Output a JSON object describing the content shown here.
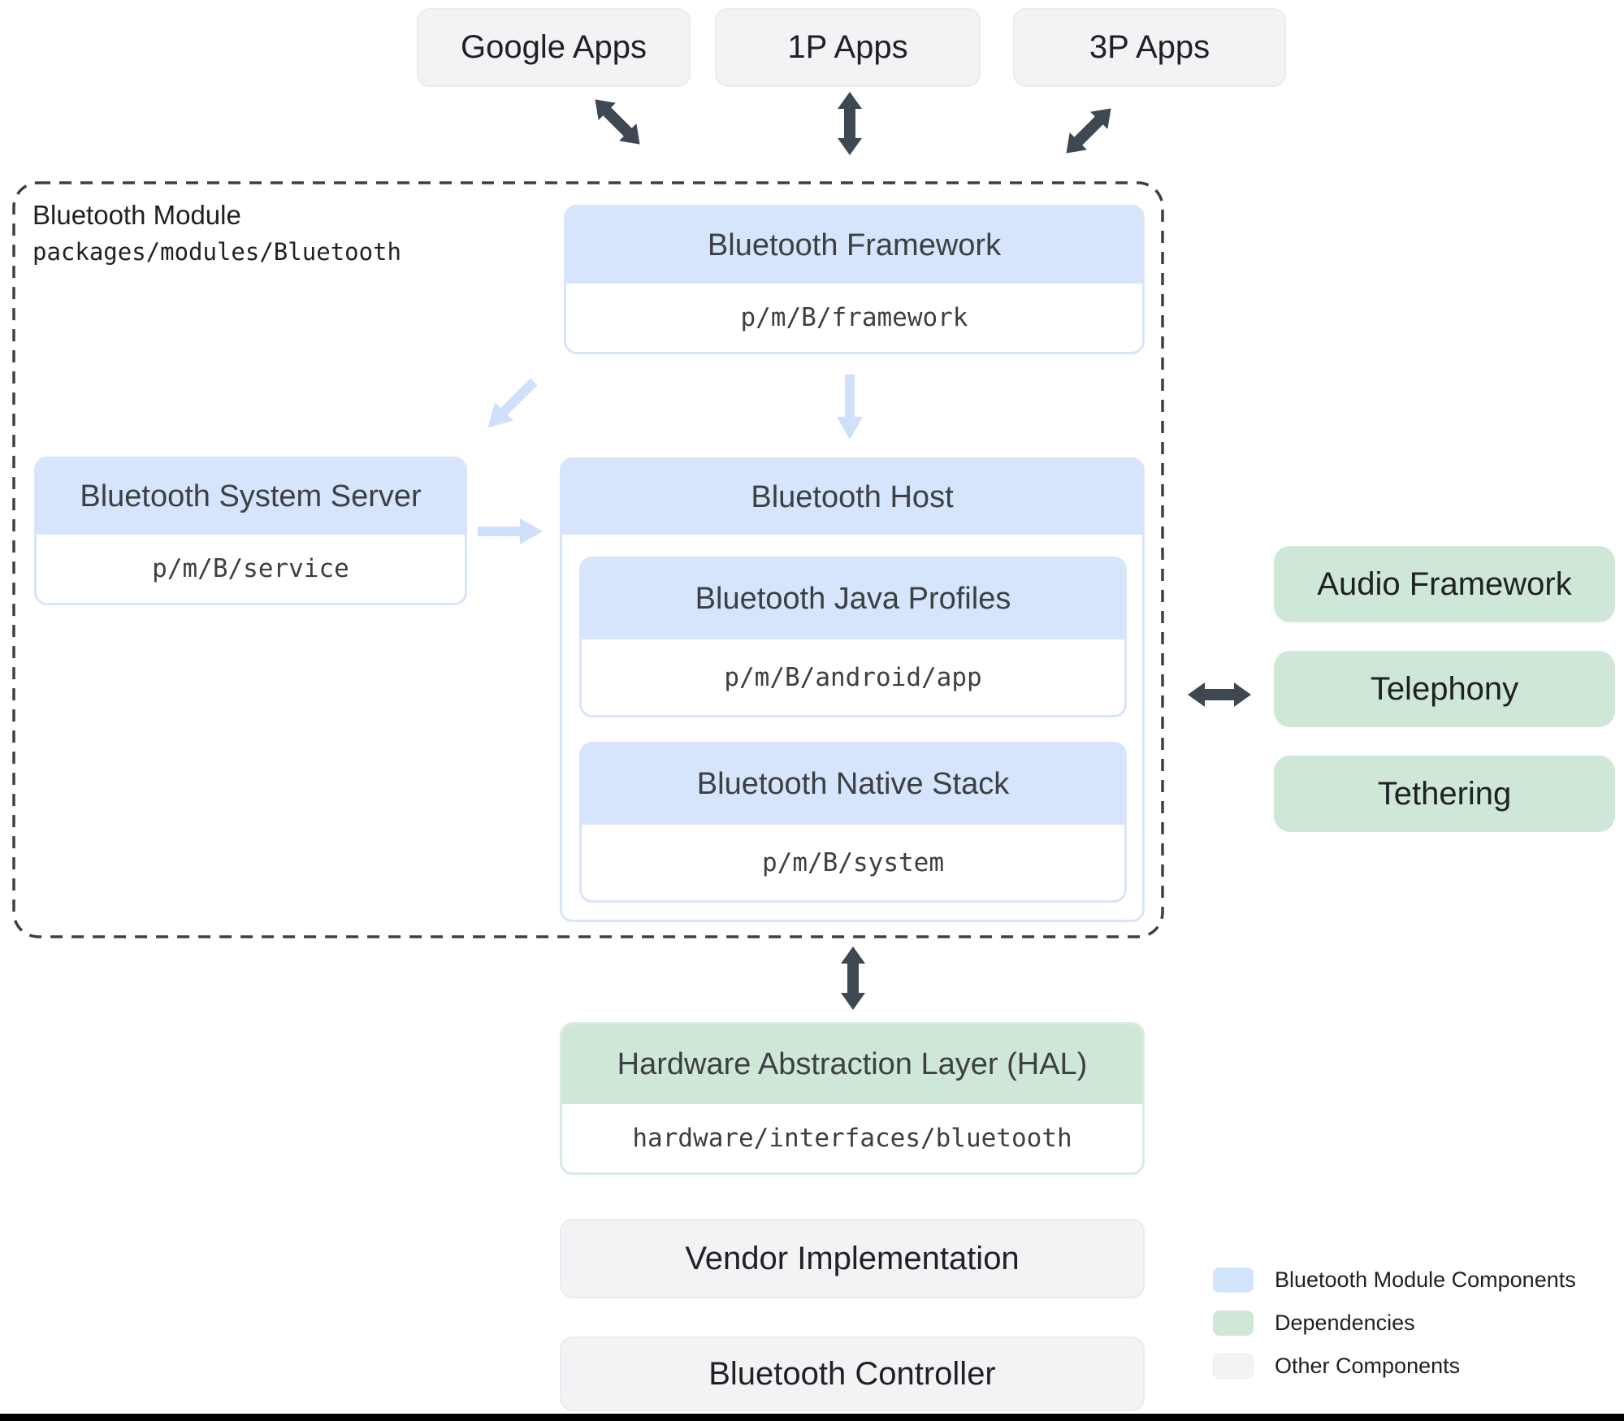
{
  "top_apps": {
    "items": [
      {
        "label": "Google Apps"
      },
      {
        "label": "1P Apps"
      },
      {
        "label": "3P Apps"
      }
    ]
  },
  "module": {
    "title": "Bluetooth Module",
    "path": "packages/modules/Bluetooth",
    "framework": {
      "title": "Bluetooth Framework",
      "path": "p/m/B/framework"
    },
    "system_server": {
      "title": "Bluetooth System Server",
      "path": "p/m/B/service"
    },
    "host": {
      "title": "Bluetooth Host",
      "children": [
        {
          "title": "Bluetooth Java Profiles",
          "path": "p/m/B/android/app"
        },
        {
          "title": "Bluetooth Native Stack",
          "path": "p/m/B/system"
        }
      ]
    }
  },
  "dependencies": {
    "items": [
      {
        "label": "Audio Framework"
      },
      {
        "label": "Telephony"
      },
      {
        "label": "Tethering"
      }
    ]
  },
  "hal": {
    "title": "Hardware Abstraction Layer (HAL)",
    "path": "hardware/interfaces/bluetooth"
  },
  "other": {
    "items": [
      {
        "label": "Vendor Implementation"
      },
      {
        "label": "Bluetooth Controller"
      }
    ]
  },
  "legend": {
    "items": [
      {
        "label": "Bluetooth Module Components",
        "color": "#d2e3fc"
      },
      {
        "label": "Dependencies",
        "color": "#cfe7d6"
      },
      {
        "label": "Other Components",
        "color": "#f1f3f4"
      }
    ]
  },
  "colors": {
    "module_component": "#d2e3fc",
    "dependency": "#cfe7d6",
    "other_component": "#f1f3f4",
    "dark_arrow": "#3e4852",
    "light_arrow": "#cfe0fa"
  }
}
